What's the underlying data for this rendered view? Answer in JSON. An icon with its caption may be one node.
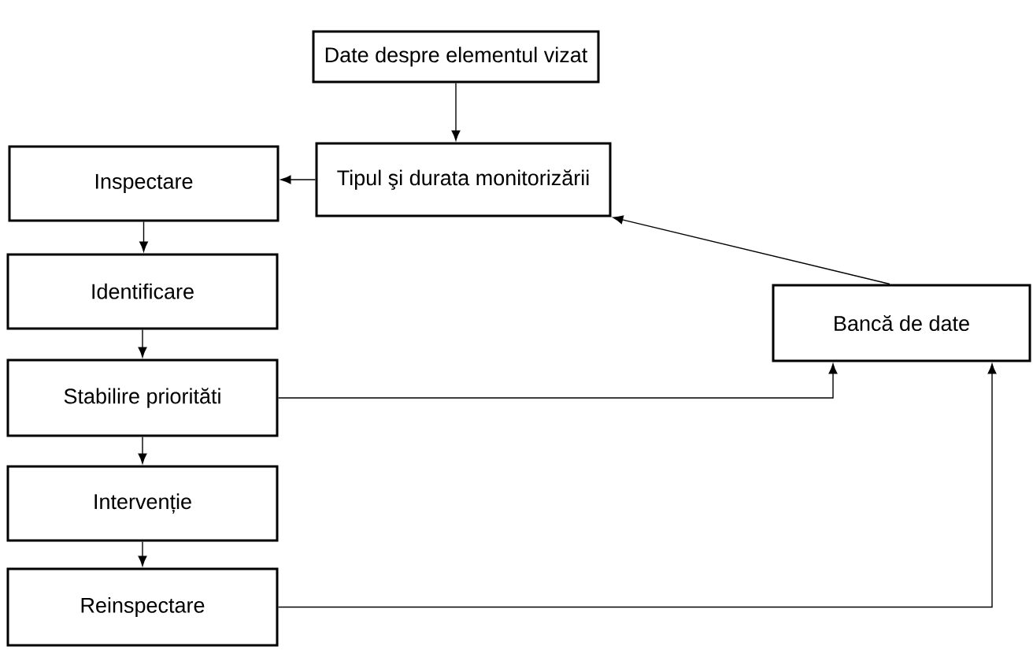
{
  "diagram": {
    "nodes": [
      {
        "text": [
          "Date despre elementul vizat"
        ]
      },
      {
        "text": [
          "Tipul şi durata monitorizării"
        ]
      },
      {
        "text": [
          "Inspectare"
        ]
      },
      {
        "text": [
          "Identificare"
        ]
      },
      {
        "text": [
          "Stabilire priorităti"
        ]
      },
      {
        "text": [
          "Intervenție"
        ]
      },
      {
        "text": [
          "Reinspectare"
        ]
      },
      {
        "text": [
          "Bancă de date"
        ]
      }
    ],
    "edges": [
      {
        "from": 0,
        "to": 1,
        "arrow": "to"
      },
      {
        "from": 1,
        "to": 2,
        "arrow": "to"
      },
      {
        "from": 2,
        "to": 3,
        "arrow": "to"
      },
      {
        "from": 3,
        "to": 4,
        "arrow": "to"
      },
      {
        "from": 4,
        "to": 5,
        "arrow": "to"
      },
      {
        "from": 5,
        "to": 6,
        "arrow": "to"
      },
      {
        "from": 4,
        "to": 7,
        "arrow": "to"
      },
      {
        "from": 6,
        "to": 7,
        "arrow": "to"
      },
      {
        "from": 7,
        "to": 1,
        "arrow": "to"
      }
    ]
  }
}
